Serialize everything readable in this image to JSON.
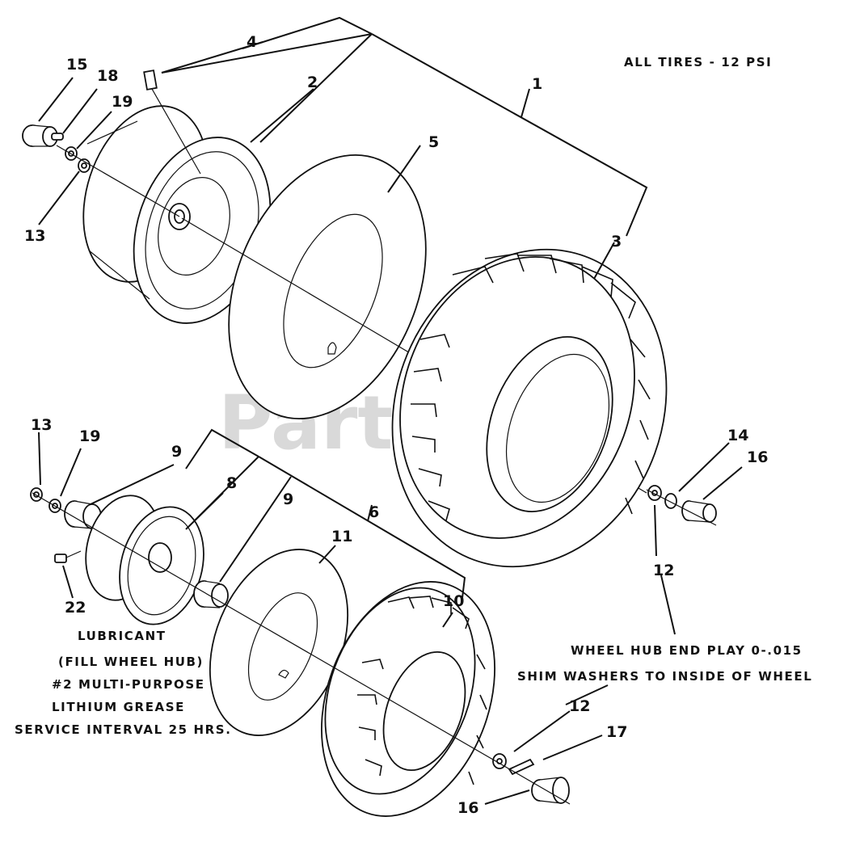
{
  "diagram": {
    "watermark": "PartsTree",
    "notes": {
      "tire_pressure": "ALL TIRES - 12 PSI",
      "end_play_line1": "WHEEL HUB END PLAY 0-.015",
      "end_play_line2": "SHIM WASHERS TO INSIDE OF WHEEL",
      "lube_line1": "LUBRICANT",
      "lube_line2": "(FILL WHEEL HUB)",
      "lube_line3": "#2 MULTI-PURPOSE",
      "lube_line4": "LITHIUM GREASE",
      "lube_line5": "SERVICE INTERVAL 25 HRS."
    },
    "callouts": {
      "c1": "1",
      "c2": "2",
      "c3": "3",
      "c4": "4",
      "c5": "5",
      "c15": "15",
      "c18": "18",
      "c19_top": "19",
      "c13_top": "13",
      "c13_bot": "13",
      "c19_bot": "19",
      "c9_a": "9",
      "c8": "8",
      "c6": "6",
      "c9_b": "9",
      "c11": "11",
      "c10": "10",
      "c22": "22",
      "c14": "14",
      "c16_right": "16",
      "c12_right": "12",
      "c12_bot": "12",
      "c17": "17",
      "c16_bot": "16"
    }
  }
}
